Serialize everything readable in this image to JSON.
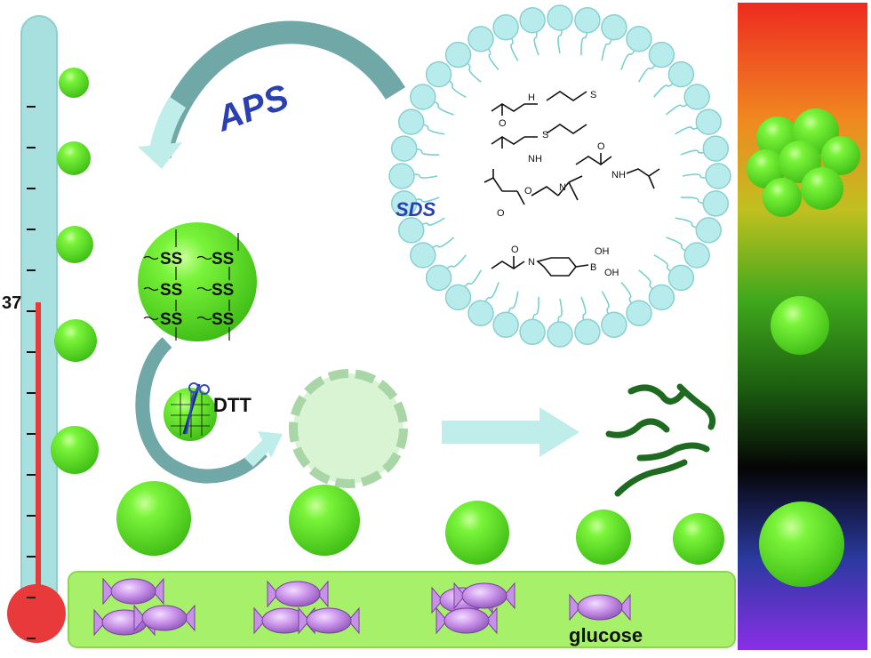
{
  "labels": {
    "initiator": "APS",
    "surfactant": "SDS",
    "reducing_agent": "DTT",
    "disulfide_bond": "SS",
    "thermometer_mark": "37",
    "sugar": "glucose",
    "amide_nh": "NH",
    "amide_h": "H",
    "sulfur": "S",
    "nitrogen": "N",
    "oxygen": "O",
    "boron": "B",
    "hydroxyl": "OH"
  },
  "colors": {
    "thermometer_tube": "#a8e0e0",
    "mercury": "#e83a3a",
    "particle": "#6ef030",
    "particle_dark": "#3dbb14",
    "micelle_head": "#b8ecec",
    "micelle_tail": "#7ad0d0",
    "arrow_teal": "#6fa8a6",
    "arrow_light": "#bfeeea",
    "glucose_tray": "#a6f06a",
    "glucose_body": "#c891e8",
    "fragment": "#1e6a20",
    "label_blue": "#2a3fb0",
    "gradient_top": "#ee2a20",
    "gradient_mid": "#2f9a1a",
    "gradient_dark": "#050505",
    "gradient_bottom": "#8a2ee8"
  }
}
